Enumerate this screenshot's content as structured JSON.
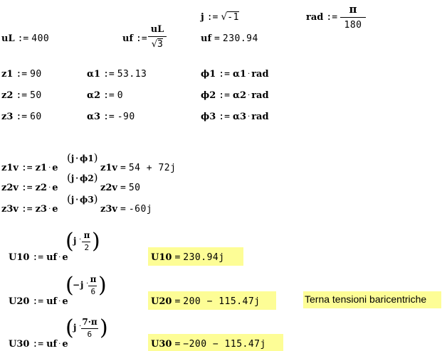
{
  "top": {
    "j_lhs": "j",
    "j_sqrt_arg": "-1",
    "rad_lhs": "rad",
    "rad_num": "π",
    "rad_den": "180",
    "uL_lhs": "uL",
    "uL_val": "400",
    "uf_lhs": "uf",
    "uf_num": "uL",
    "uf_den": "3",
    "uf_res_lhs": "uf",
    "uf_res_val": "230.94"
  },
  "rows": [
    {
      "z_lhs": "z1",
      "z_val": "90",
      "a_lhs": "α1",
      "a_val": "53.13",
      "phi_lhs": "ϕ1",
      "phi_alpha": "α1",
      "phi_rad": "rad"
    },
    {
      "z_lhs": "z2",
      "z_val": "50",
      "a_lhs": "α2",
      "a_val": "0",
      "phi_lhs": "ϕ2",
      "phi_alpha": "α2",
      "phi_rad": "rad"
    },
    {
      "z_lhs": "z3",
      "z_val": "60",
      "a_lhs": "α3",
      "a_val": "-90",
      "phi_lhs": "ϕ3",
      "phi_alpha": "α3",
      "phi_rad": "rad"
    }
  ],
  "zv": [
    {
      "lhs": "z1v",
      "z": "z1",
      "e": "e",
      "j": "j",
      "phi": "ϕ1",
      "res_lhs": "z1v",
      "res_val": "54 + 72j"
    },
    {
      "lhs": "z2v",
      "z": "z2",
      "e": "e",
      "j": "j",
      "phi": "ϕ2",
      "res_lhs": "z2v",
      "res_val": "50"
    },
    {
      "lhs": "z3v",
      "z": "z3",
      "e": "e",
      "j": "j",
      "phi": "ϕ3",
      "res_lhs": "z3v",
      "res_val": "-60j"
    }
  ],
  "u": [
    {
      "lhs": "U10",
      "uf": "uf",
      "e": "e",
      "sign": "",
      "j": "j",
      "num": "π",
      "den": "2",
      "res_lhs": "U10",
      "res_val": "230.94j"
    },
    {
      "lhs": "U20",
      "uf": "uf",
      "e": "e",
      "sign": "−",
      "j": "j",
      "num": "π",
      "den": "6",
      "res_lhs": "U20",
      "res_val": "200 − 115.47j"
    },
    {
      "lhs": "U30",
      "uf": "uf",
      "e": "e",
      "sign": "",
      "j": "j",
      "num": "7·π",
      "den": "6",
      "res_lhs": "U30",
      "res_val": "−200 − 115.47j"
    }
  ],
  "assign_op": ":=",
  "eq_op": "=",
  "note": "Terna tensioni baricentriche",
  "colors": {
    "highlight": "#fdfd96",
    "note_bg": "#fdfd96"
  }
}
